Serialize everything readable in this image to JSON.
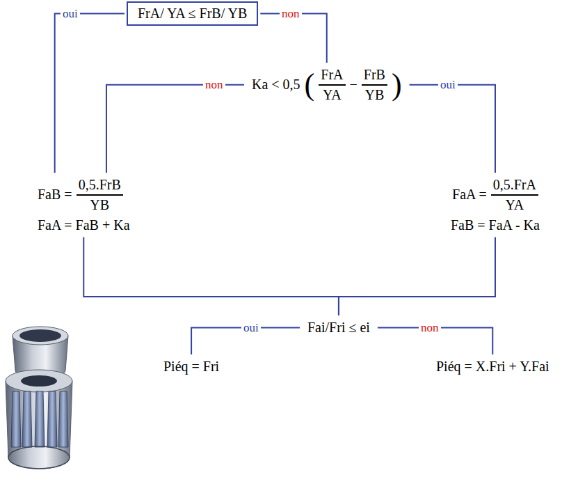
{
  "diagram": {
    "nodes": [
      {
        "text": [
          "FrA/ YA ≤ FrB/ YB"
        ]
      },
      {
        "text": [
          "Ka < 0,5",
          "(",
          "FrA",
          "YA",
          "−",
          "FrB",
          "YB",
          ")"
        ]
      },
      {
        "text": [
          "FaB =",
          "0,5.FrB",
          "YB",
          "FaA = FaB + Ka"
        ]
      },
      {
        "text": [
          "FaA =",
          "0,5.FrA",
          "YA",
          "FaB = FaA - Ka"
        ]
      },
      {
        "text": [
          "Fai/Fri ≤ ei"
        ]
      },
      {
        "text": [
          "Piéq = Fri"
        ]
      },
      {
        "text": [
          "Piéq = X.Fri + Y.Fai"
        ]
      }
    ],
    "edges": [
      {
        "from": 0,
        "to": 2,
        "arrow": "none",
        "label": "oui"
      },
      {
        "from": 0,
        "to": 1,
        "arrow": "none",
        "label": "non"
      },
      {
        "from": 1,
        "to": 2,
        "arrow": "none",
        "label": "non"
      },
      {
        "from": 1,
        "to": 3,
        "arrow": "none",
        "label": "oui"
      },
      {
        "from": 2,
        "to": 4,
        "arrow": "none"
      },
      {
        "from": 3,
        "to": 4,
        "arrow": "none"
      },
      {
        "from": 4,
        "to": 5,
        "arrow": "none",
        "label": "oui"
      },
      {
        "from": 4,
        "to": 6,
        "arrow": "none",
        "label": "non"
      }
    ]
  }
}
